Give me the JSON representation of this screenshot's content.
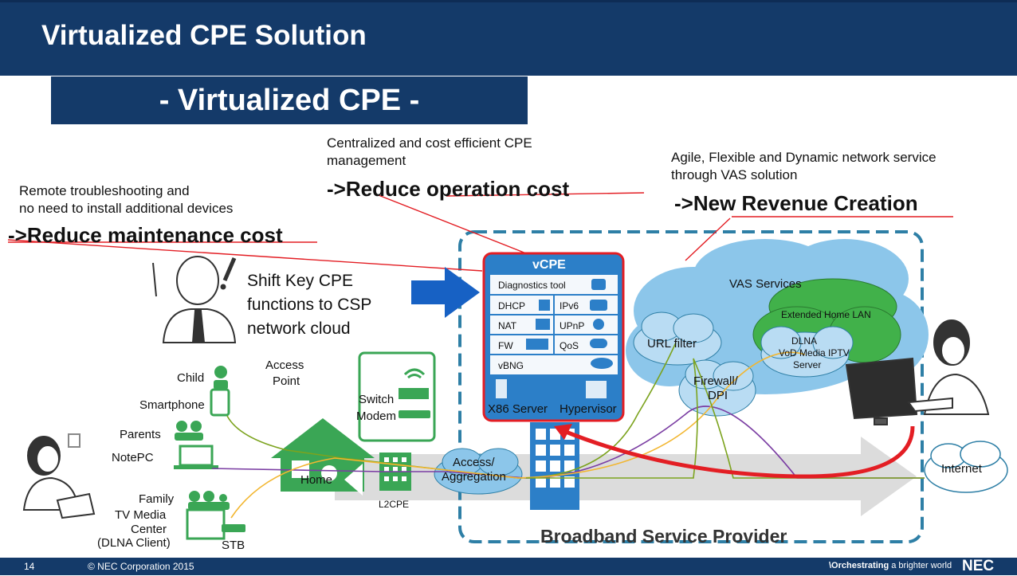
{
  "title": "Virtualized CPE Solution",
  "subtitle": "- Virtualized CPE -",
  "callouts": {
    "central_l1": "Centralized and cost efficient CPE",
    "central_l2": "management",
    "reduce_op": "->Reduce operation cost",
    "agile_l1": "Agile, Flexible and Dynamic network service",
    "agile_l2": "through VAS solution",
    "new_rev": "->New Revenue Creation",
    "remote_l1": "Remote troubleshooting and",
    "remote_l2": "no need to install additional devices",
    "reduce_maint": "->Reduce maintenance cost"
  },
  "shift": {
    "l1": "Shift Key CPE",
    "l2": "functions to CSP",
    "l3": "network cloud"
  },
  "vcpe": {
    "title": "vCPE",
    "diag": "Diagnostics tool",
    "dhcp": "DHCP",
    "ipv6": "IPv6",
    "nat": "NAT",
    "upnp": "UPnP",
    "fw": "FW",
    "qos": "QoS",
    "vbng": "vBNG",
    "x86": "X86 Server",
    "hypervisor": "Hypervisor"
  },
  "cloud": {
    "vas": "VAS Services",
    "ext_lan": "Extended Home LAN",
    "url": "URL filter",
    "fw_l1": "Firewall/",
    "fw_l2": "DPI",
    "dlna_l1": "DLNA",
    "dlna_l2": "VoD Media IPTV",
    "dlna_l3": "Server"
  },
  "home": {
    "child": "Child",
    "smartphone": "Smartphone",
    "parents": "Parents",
    "notepc": "NotePC",
    "family": "Family",
    "tv_l1": "TV Media",
    "tv_l2": "Center",
    "tv_l3": "(DLNA Client)",
    "stb": "STB",
    "ap_l1": "Access",
    "ap_l2": "Point",
    "switch": "Switch",
    "modem": "Modem",
    "home": "Home",
    "l2cpe": "L2CPE",
    "access_l1": "Access/",
    "access_l2": "Aggregation",
    "internet": "Internet"
  },
  "provider": "Broadband Service Provider",
  "footer": {
    "page": "14",
    "copyright": "© NEC Corporation 2015",
    "tagline_bold": "\\Orchestrating",
    "tagline_rest": " a brighter world",
    "logo": "NEC"
  },
  "colors": {
    "navy": "#143a69",
    "dashed": "#2e7fa6",
    "red": "#e31e24",
    "blue_arrow": "#1761c4",
    "cloud": "#8cc6ea",
    "green": "#3aa655",
    "server_blue": "#2c7fc8"
  }
}
